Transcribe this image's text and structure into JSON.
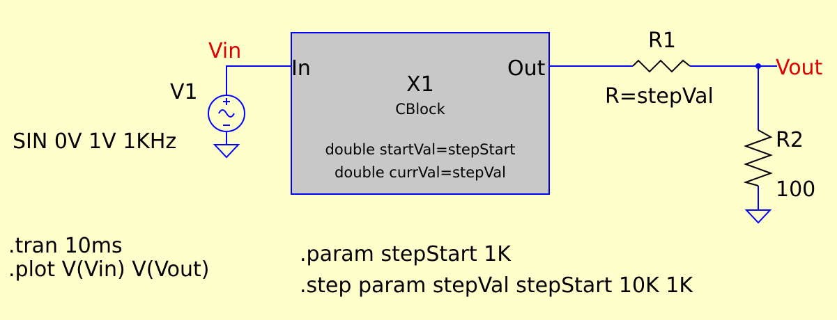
{
  "net_labels": {
    "vin": "Vin",
    "vout": "Vout"
  },
  "block": {
    "name": "X1",
    "type": "CBlock",
    "pin_in": "In",
    "pin_out": "Out",
    "param1": "double startVal=stepStart",
    "param2": "double currVal=stepVal"
  },
  "source": {
    "name": "V1",
    "value": "SIN 0V 1V 1KHz"
  },
  "resistor1": {
    "name": "R1",
    "value": "R=stepVal"
  },
  "resistor2": {
    "name": "R2",
    "value": "100"
  },
  "directives": {
    "tran": ".tran 10ms",
    "plot": ".plot V(Vin) V(Vout)",
    "param": ".param stepStart 1K",
    "step": ".step param stepVal stepStart 10K 1K"
  },
  "colors": {
    "background": "#ffffcc",
    "wire": "#0000ff",
    "net_label": "#e00000",
    "block_fill": "#c8c8c8",
    "text": "#000000"
  }
}
